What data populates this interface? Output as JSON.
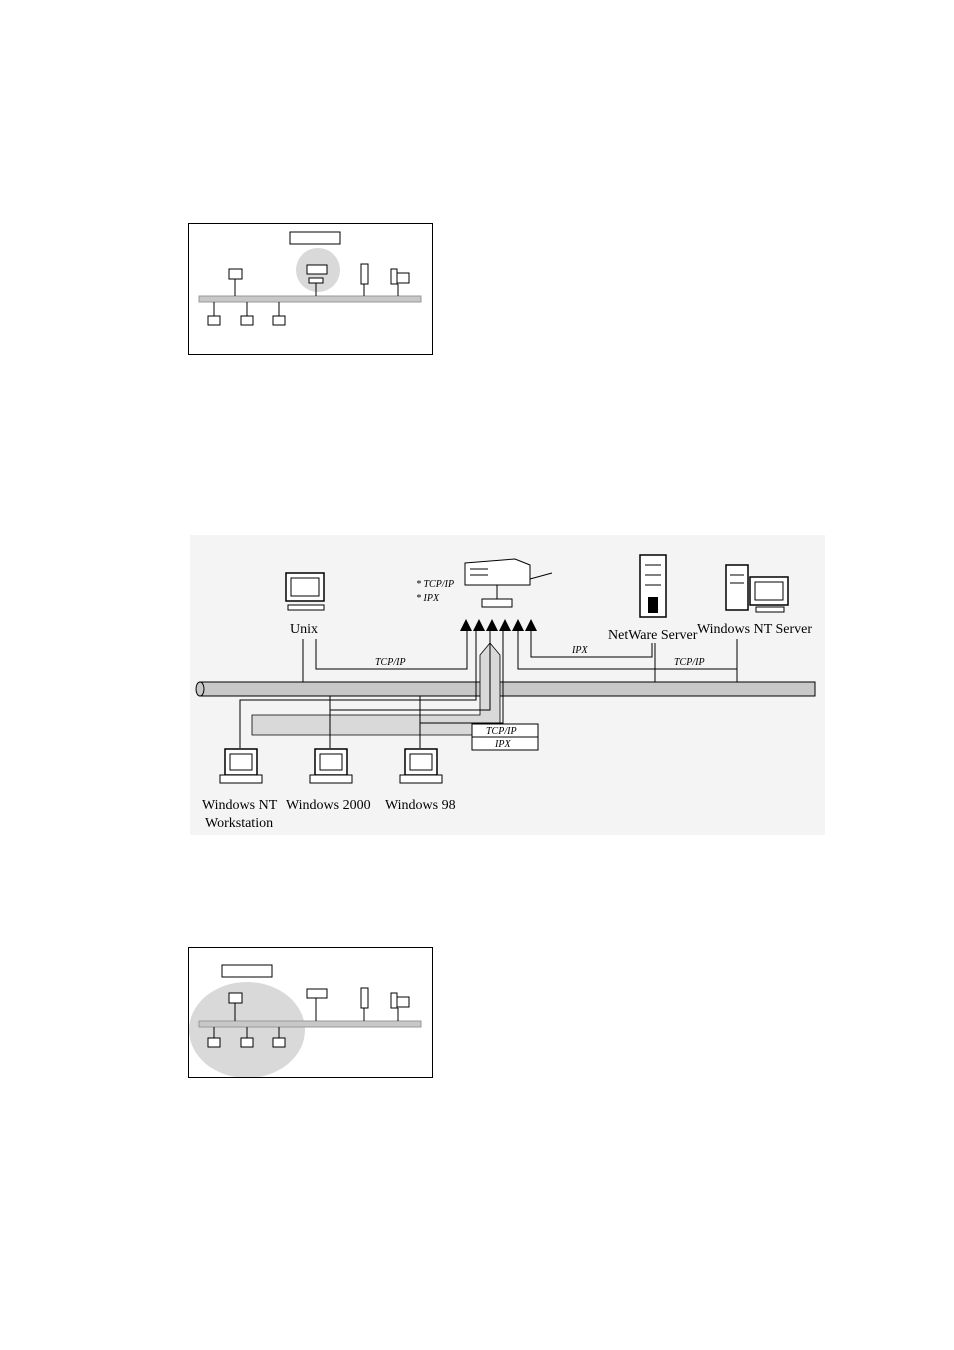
{
  "main": {
    "labels": {
      "unix": "Unix",
      "netware": "NetWare Server",
      "nt_server": "Windows NT Server",
      "nt_ws_1": "Windows NT",
      "nt_ws_2": "Workstation",
      "win2000": "Windows 2000",
      "win98": "Windows 98"
    },
    "printer_protocols": [
      "* TCP/IP",
      "* IPX"
    ],
    "links": {
      "unix_link": "TCP/IP",
      "netware_link": "IPX",
      "nt_server_link": "TCP/IP"
    },
    "client_box": [
      "TCP/IP",
      "IPX"
    ]
  },
  "colors": {
    "bus_fill": "#c8c8c8",
    "highlight": "#d9d9d9",
    "stroke": "#000000"
  }
}
